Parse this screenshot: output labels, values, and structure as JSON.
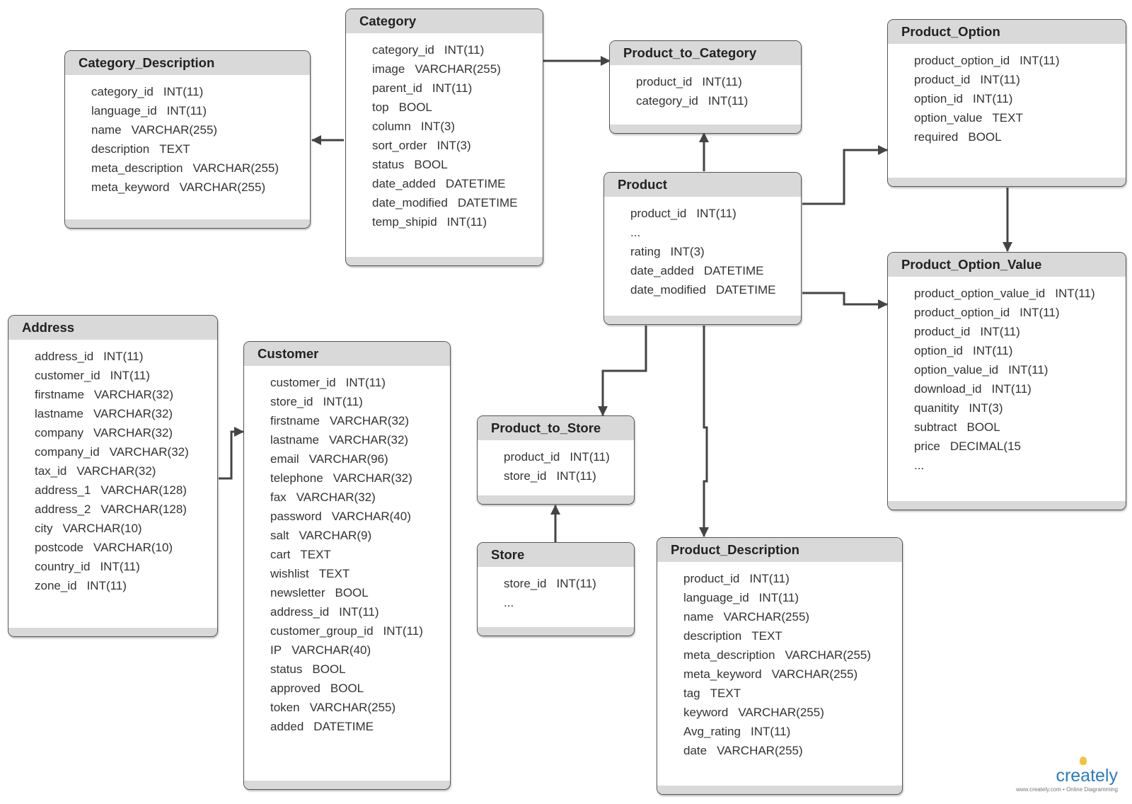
{
  "diagram_type": "entity-relationship",
  "colors": {
    "header": "#d9d9d9",
    "border": "#555555",
    "line": "#444444",
    "brand": "#2b7bbd"
  },
  "entities": {
    "category_description": {
      "title": "Category_Description",
      "fields": [
        {
          "name": "category_id",
          "type": "INT(11)"
        },
        {
          "name": "language_id",
          "type": "INT(11)"
        },
        {
          "name": "name",
          "type": "VARCHAR(255)"
        },
        {
          "name": "description",
          "type": "TEXT"
        },
        {
          "name": "meta_description",
          "type": "VARCHAR(255)"
        },
        {
          "name": "meta_keyword",
          "type": "VARCHAR(255)"
        }
      ]
    },
    "category": {
      "title": "Category",
      "fields": [
        {
          "name": "category_id",
          "type": "INT(11)"
        },
        {
          "name": "image",
          "type": "VARCHAR(255)"
        },
        {
          "name": "parent_id",
          "type": "INT(11)"
        },
        {
          "name": "top",
          "type": "BOOL"
        },
        {
          "name": "column",
          "type": "INT(3)"
        },
        {
          "name": "sort_order",
          "type": "INT(3)"
        },
        {
          "name": "status",
          "type": "BOOL"
        },
        {
          "name": "date_added",
          "type": "DATETIME"
        },
        {
          "name": "date_modified",
          "type": "DATETIME"
        },
        {
          "name": "temp_shipid",
          "type": "INT(11)"
        }
      ]
    },
    "product_to_category": {
      "title": "Product_to_Category",
      "fields": [
        {
          "name": "product_id",
          "type": "INT(11)"
        },
        {
          "name": "category_id",
          "type": "INT(11)"
        }
      ]
    },
    "product_option": {
      "title": "Product_Option",
      "fields": [
        {
          "name": "product_option_id",
          "type": "INT(11)"
        },
        {
          "name": "product_id",
          "type": "INT(11)"
        },
        {
          "name": "option_id",
          "type": "INT(11)"
        },
        {
          "name": "option_value",
          "type": "TEXT"
        },
        {
          "name": "required",
          "type": "BOOL"
        }
      ]
    },
    "product": {
      "title": "Product",
      "fields": [
        {
          "name": "product_id",
          "type": "INT(11)"
        },
        {
          "name": "...",
          "type": ""
        },
        {
          "name": "rating",
          "type": "INT(3)"
        },
        {
          "name": "date_added",
          "type": "DATETIME"
        },
        {
          "name": "date_modified",
          "type": "DATETIME"
        }
      ]
    },
    "product_option_value": {
      "title": "Product_Option_Value",
      "fields": [
        {
          "name": "product_option_value_id",
          "type": "INT(11)"
        },
        {
          "name": "product_option_id",
          "type": "INT(11)"
        },
        {
          "name": "product_id",
          "type": "INT(11)"
        },
        {
          "name": "option_id",
          "type": "INT(11)"
        },
        {
          "name": "option_value_id",
          "type": "INT(11)"
        },
        {
          "name": "download_id",
          "type": "INT(11)"
        },
        {
          "name": "quanitity",
          "type": "INT(3)"
        },
        {
          "name": "subtract",
          "type": "BOOL"
        },
        {
          "name": "price",
          "type": "DECIMAL(15"
        },
        {
          "name": "...",
          "type": ""
        }
      ]
    },
    "address": {
      "title": "Address",
      "fields": [
        {
          "name": "address_id",
          "type": "INT(11)"
        },
        {
          "name": "customer_id",
          "type": "INT(11)"
        },
        {
          "name": "firstname",
          "type": "VARCHAR(32)"
        },
        {
          "name": "lastname",
          "type": "VARCHAR(32)"
        },
        {
          "name": "company",
          "type": "VARCHAR(32)"
        },
        {
          "name": "company_id",
          "type": "VARCHAR(32)"
        },
        {
          "name": "tax_id",
          "type": "VARCHAR(32)"
        },
        {
          "name": "address_1",
          "type": "VARCHAR(128)"
        },
        {
          "name": "address_2",
          "type": "VARCHAR(128)"
        },
        {
          "name": "city",
          "type": "VARCHAR(10)"
        },
        {
          "name": "postcode",
          "type": "VARCHAR(10)"
        },
        {
          "name": "country_id",
          "type": "INT(11)"
        },
        {
          "name": "zone_id",
          "type": "INT(11)"
        }
      ]
    },
    "customer": {
      "title": "Customer",
      "fields": [
        {
          "name": "customer_id",
          "type": "INT(11)"
        },
        {
          "name": "store_id",
          "type": "INT(11)"
        },
        {
          "name": "firstname",
          "type": "VARCHAR(32)"
        },
        {
          "name": "lastname",
          "type": "VARCHAR(32)"
        },
        {
          "name": "email",
          "type": "VARCHAR(96)"
        },
        {
          "name": "telephone",
          "type": "VARCHAR(32)"
        },
        {
          "name": "fax",
          "type": "VARCHAR(32)"
        },
        {
          "name": "password",
          "type": "VARCHAR(40)"
        },
        {
          "name": "salt",
          "type": "VARCHAR(9)"
        },
        {
          "name": "cart",
          "type": "TEXT"
        },
        {
          "name": "wishlist",
          "type": "TEXT"
        },
        {
          "name": "newsletter",
          "type": "BOOL"
        },
        {
          "name": "address_id",
          "type": "INT(11)"
        },
        {
          "name": "customer_group_id",
          "type": "INT(11)"
        },
        {
          "name": "IP",
          "type": "VARCHAR(40)"
        },
        {
          "name": "status",
          "type": "BOOL"
        },
        {
          "name": "approved",
          "type": "BOOL"
        },
        {
          "name": "token",
          "type": "VARCHAR(255)"
        },
        {
          "name": "added",
          "type": "DATETIME"
        }
      ]
    },
    "product_to_store": {
      "title": "Product_to_Store",
      "fields": [
        {
          "name": "product_id",
          "type": "INT(11)"
        },
        {
          "name": "store_id",
          "type": "INT(11)"
        }
      ]
    },
    "store": {
      "title": "Store",
      "fields": [
        {
          "name": "store_id",
          "type": "INT(11)"
        },
        {
          "name": "...",
          "type": ""
        }
      ]
    },
    "product_description": {
      "title": "Product_Description",
      "fields": [
        {
          "name": "product_id",
          "type": "INT(11)"
        },
        {
          "name": "language_id",
          "type": "INT(11)"
        },
        {
          "name": "name",
          "type": "VARCHAR(255)"
        },
        {
          "name": "description",
          "type": "TEXT"
        },
        {
          "name": "meta_description",
          "type": "VARCHAR(255)"
        },
        {
          "name": "meta_keyword",
          "type": "VARCHAR(255)"
        },
        {
          "name": "tag",
          "type": "TEXT"
        },
        {
          "name": "keyword",
          "type": "VARCHAR(255)"
        },
        {
          "name": "Avg_rating",
          "type": "INT(11)"
        },
        {
          "name": "date",
          "type": "VARCHAR(255)"
        }
      ]
    }
  },
  "relationships": [
    {
      "from": "Category",
      "to": "Category_Description"
    },
    {
      "from": "Category",
      "to": "Product_to_Category"
    },
    {
      "from": "Product",
      "to": "Product_to_Category"
    },
    {
      "from": "Product",
      "to": "Product_Option"
    },
    {
      "from": "Product",
      "to": "Product_Option_Value"
    },
    {
      "from": "Product_Option",
      "to": "Product_Option_Value"
    },
    {
      "from": "Product",
      "to": "Product_to_Store"
    },
    {
      "from": "Product",
      "to": "Product_Description"
    },
    {
      "from": "Store",
      "to": "Product_to_Store"
    },
    {
      "from": "Address",
      "to": "Customer"
    }
  ],
  "watermark": {
    "brand": "creately",
    "site": "www.creately.com • Online Diagramming"
  }
}
